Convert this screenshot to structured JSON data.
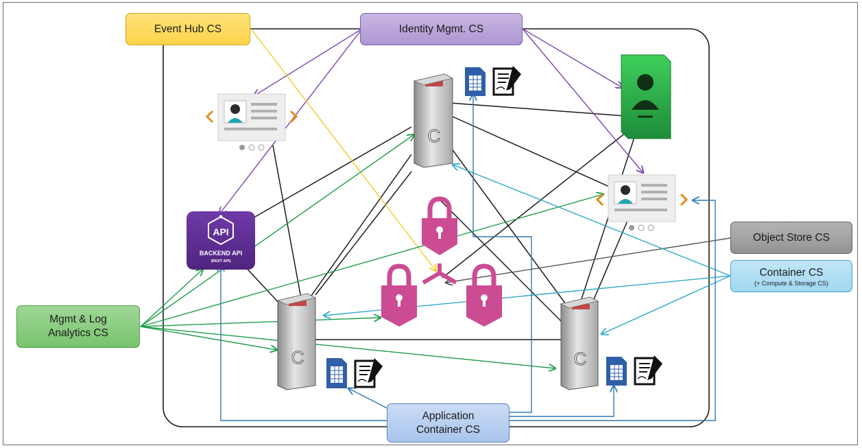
{
  "boxes": {
    "event_hub": "Event Hub CS",
    "identity": "Identity Mgmt. CS",
    "object_store": "Object Store CS",
    "container": {
      "line1": "Container CS",
      "line2": "(+ Compute & Storage CS)"
    },
    "mgmt": {
      "line1": "Mgmt & Log",
      "line2": "Analytics CS"
    },
    "app_container": {
      "line1": "Application",
      "line2": "Container CS"
    }
  },
  "api_badge": {
    "title": "API",
    "line1": "BACKEND API",
    "line2": "(REST API)"
  },
  "server_letter": "C",
  "colors": {
    "black_line": "#1a1a1a",
    "event_hub_line": "#f2cc25",
    "identity_line": "#7a45ac",
    "mgmt_line": "#1f9d4a",
    "container_line": "#32a9c8",
    "app_container_line": "#2f79b4",
    "object_store_line": "#555555",
    "lock": "#cc4c93",
    "api_badge": "#5c2d91",
    "monitor": "#2eb24a",
    "doc_blue": "#2f5fa8"
  },
  "icons": [
    "server-icon",
    "profile-card-icon",
    "monitor-user-icon",
    "api-badge-icon",
    "lock-icon",
    "spreadsheet-icon",
    "signed-document-icon"
  ]
}
